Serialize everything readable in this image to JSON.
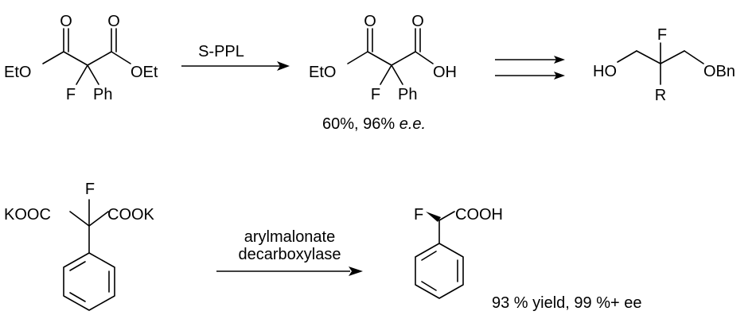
{
  "reaction1": {
    "reagent": "S-PPL",
    "substrate": {
      "carbonyl_o_left": "O",
      "carbonyl_o_right": "O",
      "ester_left": "EtO",
      "ester_right": "OEt",
      "fluorine": "F",
      "phenyl": "Ph"
    },
    "product": {
      "carbonyl_o_left": "O",
      "carbonyl_o_right": "O",
      "ester": "EtO",
      "acid": "OH",
      "fluorine": "F",
      "phenyl": "Ph",
      "yield_plain": "60%, 96% ",
      "yield_ee": "e.e."
    },
    "final": {
      "hydroxyl": "HO",
      "fluorine": "F",
      "benzyl_ether": "OBn",
      "r_group": "R"
    }
  },
  "reaction2": {
    "substrate": {
      "left_salt": "KOOC",
      "right_salt": "COOK",
      "fluorine": "F"
    },
    "enzyme_line1": "arylmalonate",
    "enzyme_line2": "decarboxylase",
    "product": {
      "fluorine": "F",
      "acid": "COOH"
    },
    "yield": "93 % yield, 99 %+ ee"
  }
}
